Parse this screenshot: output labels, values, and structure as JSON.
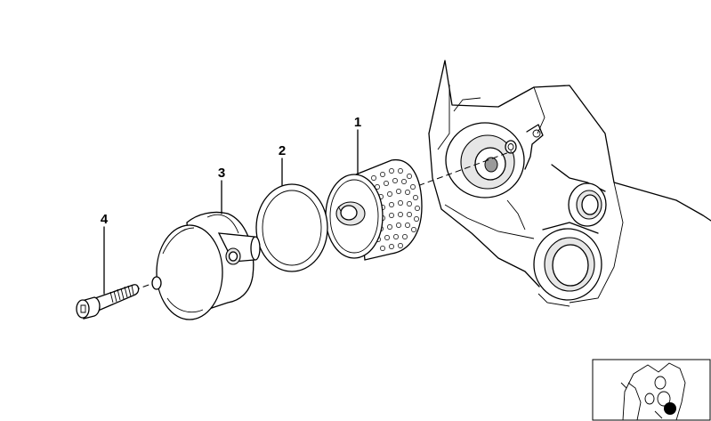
{
  "diagram": {
    "callouts": {
      "part_1": "1",
      "part_2": "2",
      "part_3": "3",
      "part_4": "4"
    }
  }
}
